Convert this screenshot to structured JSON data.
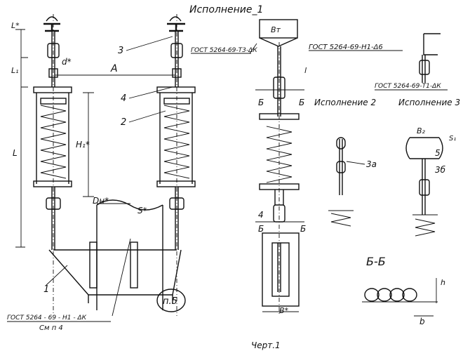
{
  "labels": {
    "title_v1": "Исполнение_1",
    "title_v2": "Исполнение 2",
    "title_v3": "Исполнение 3",
    "section": "Б-Б",
    "caption": "Черт.1",
    "gost_top": "ГОСТ 5264-69-Т3-ΔК",
    "gost_right": "ГОСТ 5264-69-Н1-Δ6",
    "gost_right2": "ГОСТ 5264-69-Т1-ΔК",
    "gost_bottom": "ГОСТ 5264 - 69 - Н1 - ΔК",
    "see_p4": "См п 4",
    "p5": "п.5",
    "dim_A": "А",
    "dim_d": "d*",
    "dim_Dn": "Dн*",
    "dim_S": "S*",
    "dim_H1": "H₁*",
    "dim_L": "L",
    "dim_L1": "L₁",
    "dim_lstar": "L*",
    "dim_B": "B*",
    "dim_B2": "B₂",
    "dim_b": "b",
    "dim_h": "h",
    "dim_Bt": "Bт",
    "dim_S1": "S₁",
    "dim_l": "l",
    "mark_B": "Б",
    "num_1": "1",
    "num_2": "2",
    "num_3": "3",
    "num_4": "4",
    "num_3a": "3а",
    "num_3b": "3б",
    "num_5": "5"
  }
}
